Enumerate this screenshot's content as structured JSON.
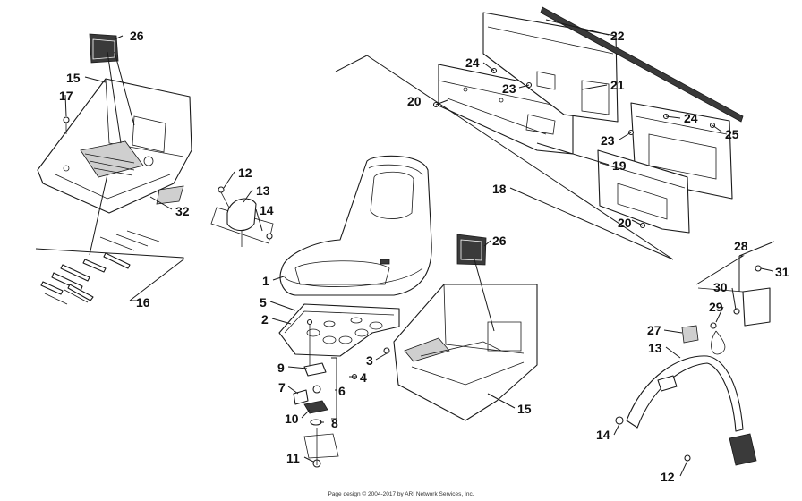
{
  "callouts": {
    "c1": "1",
    "c2": "2",
    "c3": "3",
    "c4": "4",
    "c5": "5",
    "c6": "6",
    "c7": "7",
    "c8": "8",
    "c9": "9",
    "c10": "10",
    "c11": "11",
    "c12a": "12",
    "c12b": "12",
    "c13a": "13",
    "c13b": "13",
    "c14a": "14",
    "c14b": "14",
    "c15a": "15",
    "c15b": "15",
    "c16": "16",
    "c17": "17",
    "c18": "18",
    "c19": "19",
    "c20a": "20",
    "c20b": "20",
    "c21": "21",
    "c22": "22",
    "c23a": "23",
    "c23b": "23",
    "c24a": "24",
    "c24b": "24",
    "c25": "25",
    "c26a": "26",
    "c26b": "26",
    "c27": "27",
    "c28": "28",
    "c29": "29",
    "c30": "30",
    "c31": "31",
    "c32": "32"
  },
  "footer": "Page design © 2004-2017 by ARI Network Services, Inc."
}
